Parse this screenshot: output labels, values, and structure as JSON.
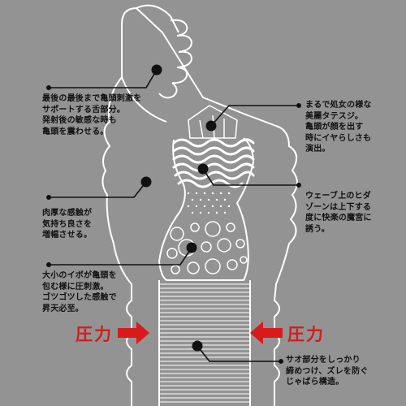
{
  "annotations": {
    "tongue": "最後の最後まで亀頭刺激を\nサポートする舌部分。\n発射後の敏感な時も\n亀頭を震わせる。",
    "virgin": "まるで処女の様な\n美麗タテスジ。\n亀頭が顔を出す\n時にイヤらしさも\n演出。",
    "wave": "ウェーブ上のヒダ\nゾーンは上下する\n度に快楽の魔宮に\n誘う。",
    "thick": "肉厚な感触が\n気持ち良さを\n増幅させる。",
    "bumps": "大小のイボが亀頭を\n包む様に圧刺激。\nゴツゴツした感触で\n昇天必至。",
    "shaft": "サオ部分をしっかり\n締めつけ、ズレを防ぐ\nじゃばら構造。"
  },
  "pressure_label": "圧力",
  "colors": {
    "background": "#939393",
    "outline": "#ffffff",
    "callout": "#111111",
    "pressure": "#d91a1a"
  }
}
